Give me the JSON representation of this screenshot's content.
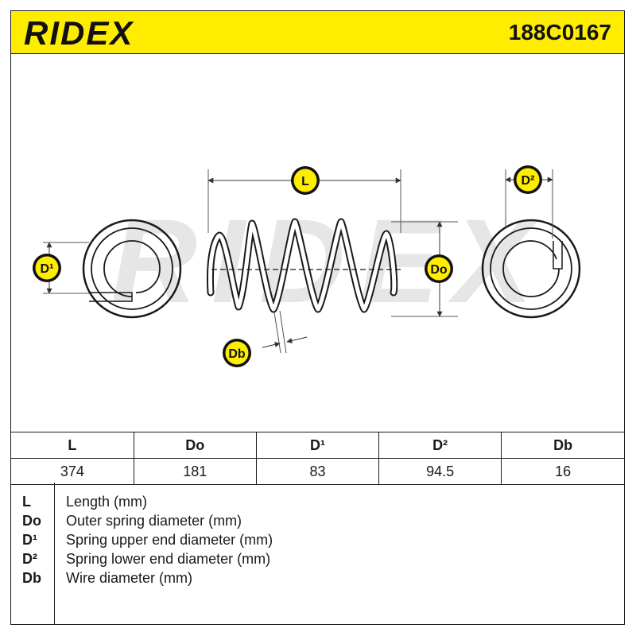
{
  "header": {
    "brand": "RIDEX",
    "part_number": "188C0167"
  },
  "diagram": {
    "watermark": "RIDEX",
    "labels": {
      "length": "L",
      "outer_diameter": "Do",
      "upper_diameter": "D¹",
      "lower_diameter": "D²",
      "wire_diameter": "Db"
    },
    "colors": {
      "header_yellow": "#ffed00",
      "badge_yellow": "#ffed00",
      "badge_black": "#111111",
      "watermark_gray": "#e6e6e6"
    }
  },
  "specs": {
    "columns": [
      "L",
      "Do",
      "D¹",
      "D²",
      "Db"
    ],
    "values": [
      "374",
      "181",
      "83",
      "94.5",
      "16"
    ]
  },
  "legend": [
    {
      "code": "L",
      "description": "Length (mm)"
    },
    {
      "code": "Do",
      "description": "Outer spring diameter (mm)"
    },
    {
      "code": "D¹",
      "description": "Spring upper end diameter (mm)"
    },
    {
      "code": "D²",
      "description": "Spring lower end diameter (mm)"
    },
    {
      "code": "Db",
      "description": "Wire diameter (mm)"
    }
  ]
}
